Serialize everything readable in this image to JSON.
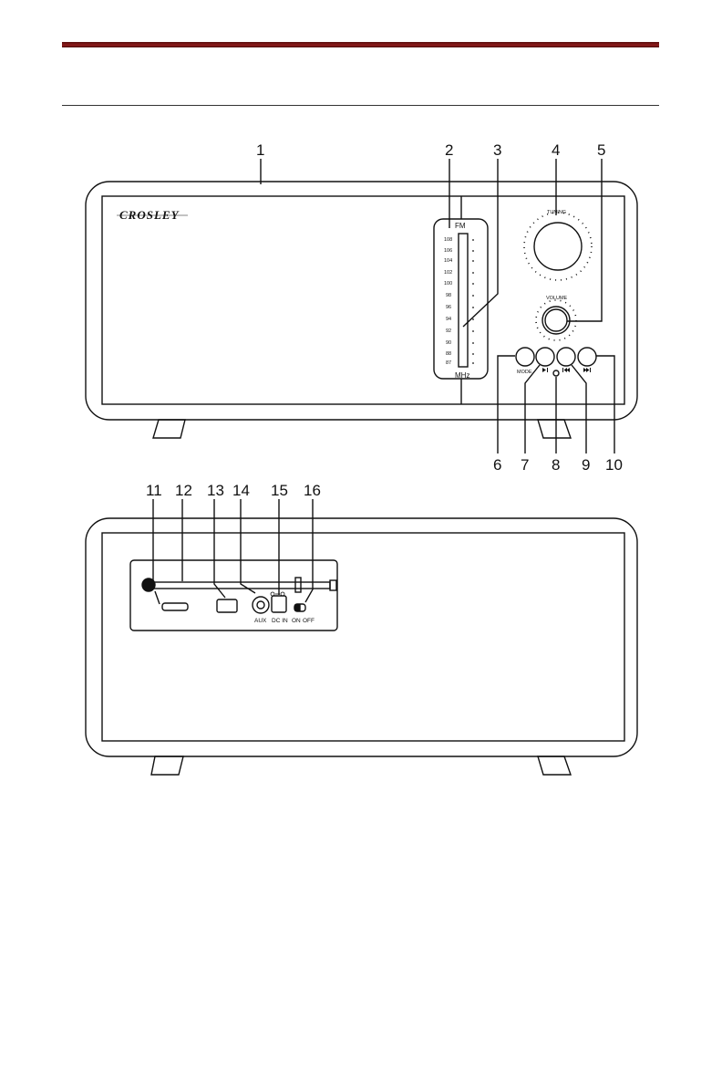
{
  "front": {
    "brand": "CROSLEY",
    "band": "FM",
    "unit": "MHz",
    "scale": [
      "108",
      "106",
      "104",
      "102",
      "100",
      "98",
      "96",
      "94",
      "92",
      "90",
      "88",
      "87"
    ],
    "tuning_label": "TUNING",
    "volume_label": "VOLUME",
    "mode_label": "MODE",
    "play_pause_icon": "play-pause-icon",
    "prev_icon": "previous-track-icon",
    "next_icon": "next-track-icon",
    "callouts_top": [
      "1",
      "2",
      "3",
      "4",
      "5"
    ],
    "callouts_bottom": [
      "6",
      "7",
      "8",
      "9",
      "10"
    ]
  },
  "back": {
    "aux_label": "AUX",
    "dcin_label": "DC IN",
    "on_label": "ON",
    "off_label": "OFF",
    "callouts": [
      "11",
      "12",
      "13",
      "14",
      "15",
      "16"
    ]
  },
  "colors": {
    "header_bar": "#8e1b1b",
    "line": "#111111"
  }
}
